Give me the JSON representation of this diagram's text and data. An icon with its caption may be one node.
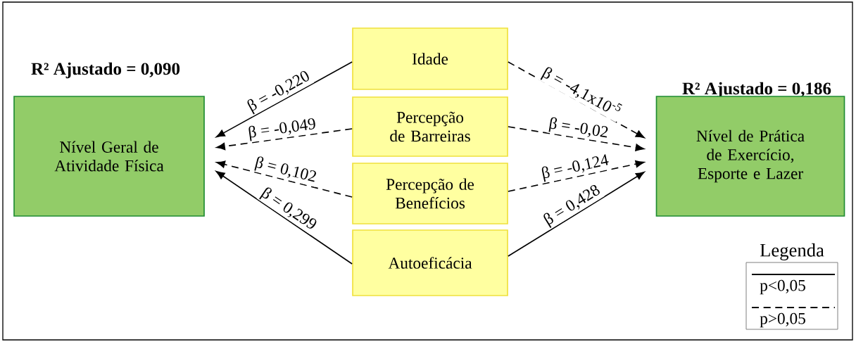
{
  "diagram": {
    "nodes": [
      {
        "text": [
          "**R² Ajustado = 0,090**",
          "Nível Geral de Atividade Física"
        ]
      },
      {
        "text": [
          "Idade"
        ]
      },
      {
        "text": [
          "Percepção de Barreiras"
        ]
      },
      {
        "text": [
          "Percepção de Benefícios"
        ]
      },
      {
        "text": [
          "Autoeficácia"
        ]
      },
      {
        "text": [
          "**R² Ajustado = 0,186**",
          "Nível de Prática de Exercício, Esporte e Lazer"
        ]
      }
    ],
    "edges": [
      {
        "from": 1,
        "to": 0,
        "arrow": "to",
        "label": "β = -0,220"
      },
      {
        "from": 2,
        "to": 0,
        "arrow": "to",
        "label": "β = -0,049",
        "style": "dashed"
      },
      {
        "from": 3,
        "to": 0,
        "arrow": "to",
        "label": "β = 0,102",
        "style": "dashed"
      },
      {
        "from": 4,
        "to": 0,
        "arrow": "to",
        "label": "β = 0,299"
      },
      {
        "from": 1,
        "to": 5,
        "arrow": "to",
        "label": "β = -4,1x10$^{-5}$",
        "style": "dashed"
      },
      {
        "from": 2,
        "to": 5,
        "arrow": "to",
        "label": "β = -0,02",
        "style": "dashed"
      },
      {
        "from": 3,
        "to": 5,
        "arrow": "to",
        "label": "β = -0,124",
        "style": "dashed"
      },
      {
        "from": 4,
        "to": 5,
        "arrow": "to",
        "label": "β = 0,428"
      }
    ],
    "labels": [
      "Legenda"
    ],
    "legend": [
      {
        "text": "p<0,05"
      },
      {
        "text": "p>0,05"
      }
    ]
  }
}
